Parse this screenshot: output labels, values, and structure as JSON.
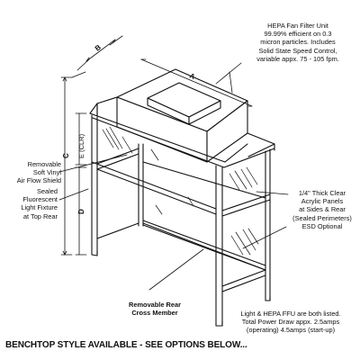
{
  "notes": {
    "hepa": "HEPA Fan Filter Unit\n99.99% efficient on 0.3\nmicron particles. Includes\nSolid State Speed Control,\nvariable appx. 75 - 105 fpm.",
    "shield": "Removable\nSoft Vinyl\nAir Flow Shield",
    "light": "Sealed\nFluorescent\nLight Fixture\nat Top Rear",
    "acrylic": "1/4\" Thick Clear\nAcrylic Panels\nat Sides & Rear\n(Sealed Perimeters)\nESD Optional",
    "cross_member": "Removable Rear\nCross Member",
    "power": "Light & HEPA FFU are both listed.\nTotal Power Draw appx. 2.5amps\n(operating) 4.5amps (start-up)"
  },
  "dimensions": {
    "a": "A",
    "b": "B",
    "c": "C",
    "d": "D",
    "e": "E (CLR)"
  },
  "footer": "BENCHTOP STYLE AVAILABLE - SEE OPTIONS BELOW..."
}
